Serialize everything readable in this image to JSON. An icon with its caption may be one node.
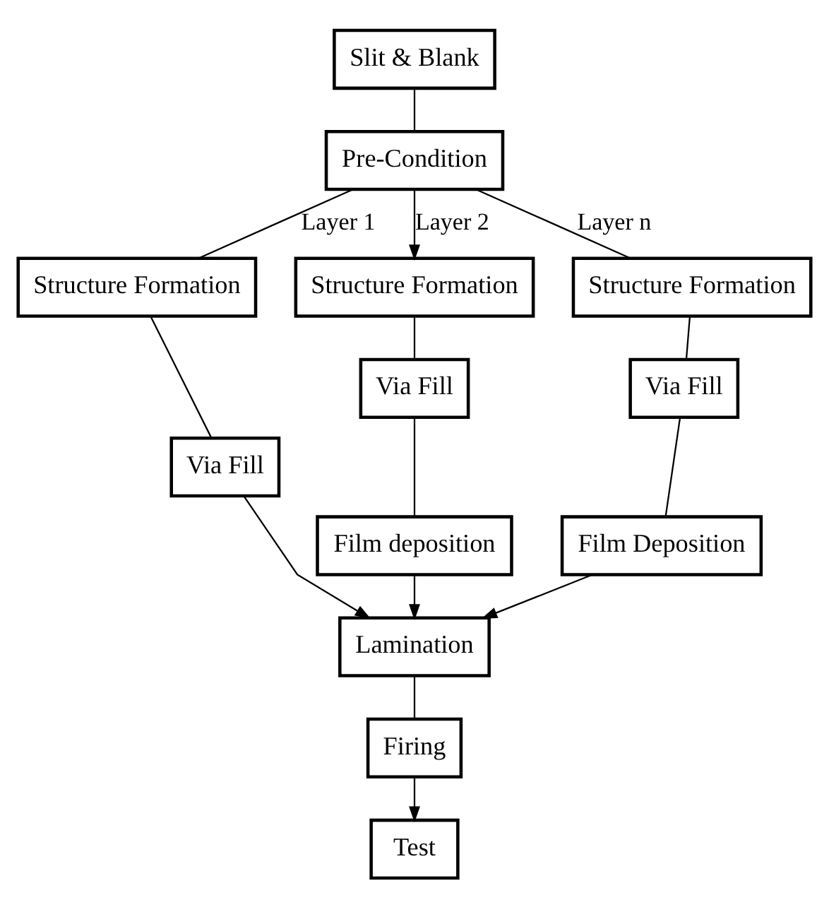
{
  "diagram": {
    "nodes": [
      {
        "text": [
          "Slit & Blank"
        ]
      },
      {
        "text": [
          "Pre-Condition"
        ]
      },
      {
        "text": [
          "Structure Formation"
        ]
      },
      {
        "text": [
          "Structure Formation"
        ]
      },
      {
        "text": [
          "Structure Formation"
        ]
      },
      {
        "text": [
          "Via Fill"
        ]
      },
      {
        "text": [
          "Via Fill"
        ]
      },
      {
        "text": [
          "Via Fill"
        ]
      },
      {
        "text": [
          "Film deposition"
        ]
      },
      {
        "text": [
          "Film Deposition"
        ]
      },
      {
        "text": [
          "Lamination"
        ]
      },
      {
        "text": [
          "Firing"
        ]
      },
      {
        "text": [
          "Test"
        ]
      }
    ],
    "edges": [
      {
        "from": 0,
        "to": 1,
        "arrow": "none"
      },
      {
        "from": 1,
        "to": 2,
        "arrow": "none",
        "label": "Layer 1"
      },
      {
        "from": 1,
        "to": 3,
        "arrow": "to",
        "label": "Layer 2"
      },
      {
        "from": 1,
        "to": 4,
        "arrow": "none",
        "label": "Layer n"
      },
      {
        "from": 2,
        "to": 5,
        "arrow": "none"
      },
      {
        "from": 3,
        "to": 6,
        "arrow": "none"
      },
      {
        "from": 4,
        "to": 7,
        "arrow": "none"
      },
      {
        "from": 6,
        "to": 8,
        "arrow": "none"
      },
      {
        "from": 7,
        "to": 9,
        "arrow": "none"
      },
      {
        "from": 5,
        "to": 10,
        "arrow": "to"
      },
      {
        "from": 8,
        "to": 10,
        "arrow": "to"
      },
      {
        "from": 9,
        "to": 10,
        "arrow": "to"
      },
      {
        "from": 10,
        "to": 11,
        "arrow": "none"
      },
      {
        "from": 11,
        "to": 12,
        "arrow": "to"
      }
    ]
  }
}
